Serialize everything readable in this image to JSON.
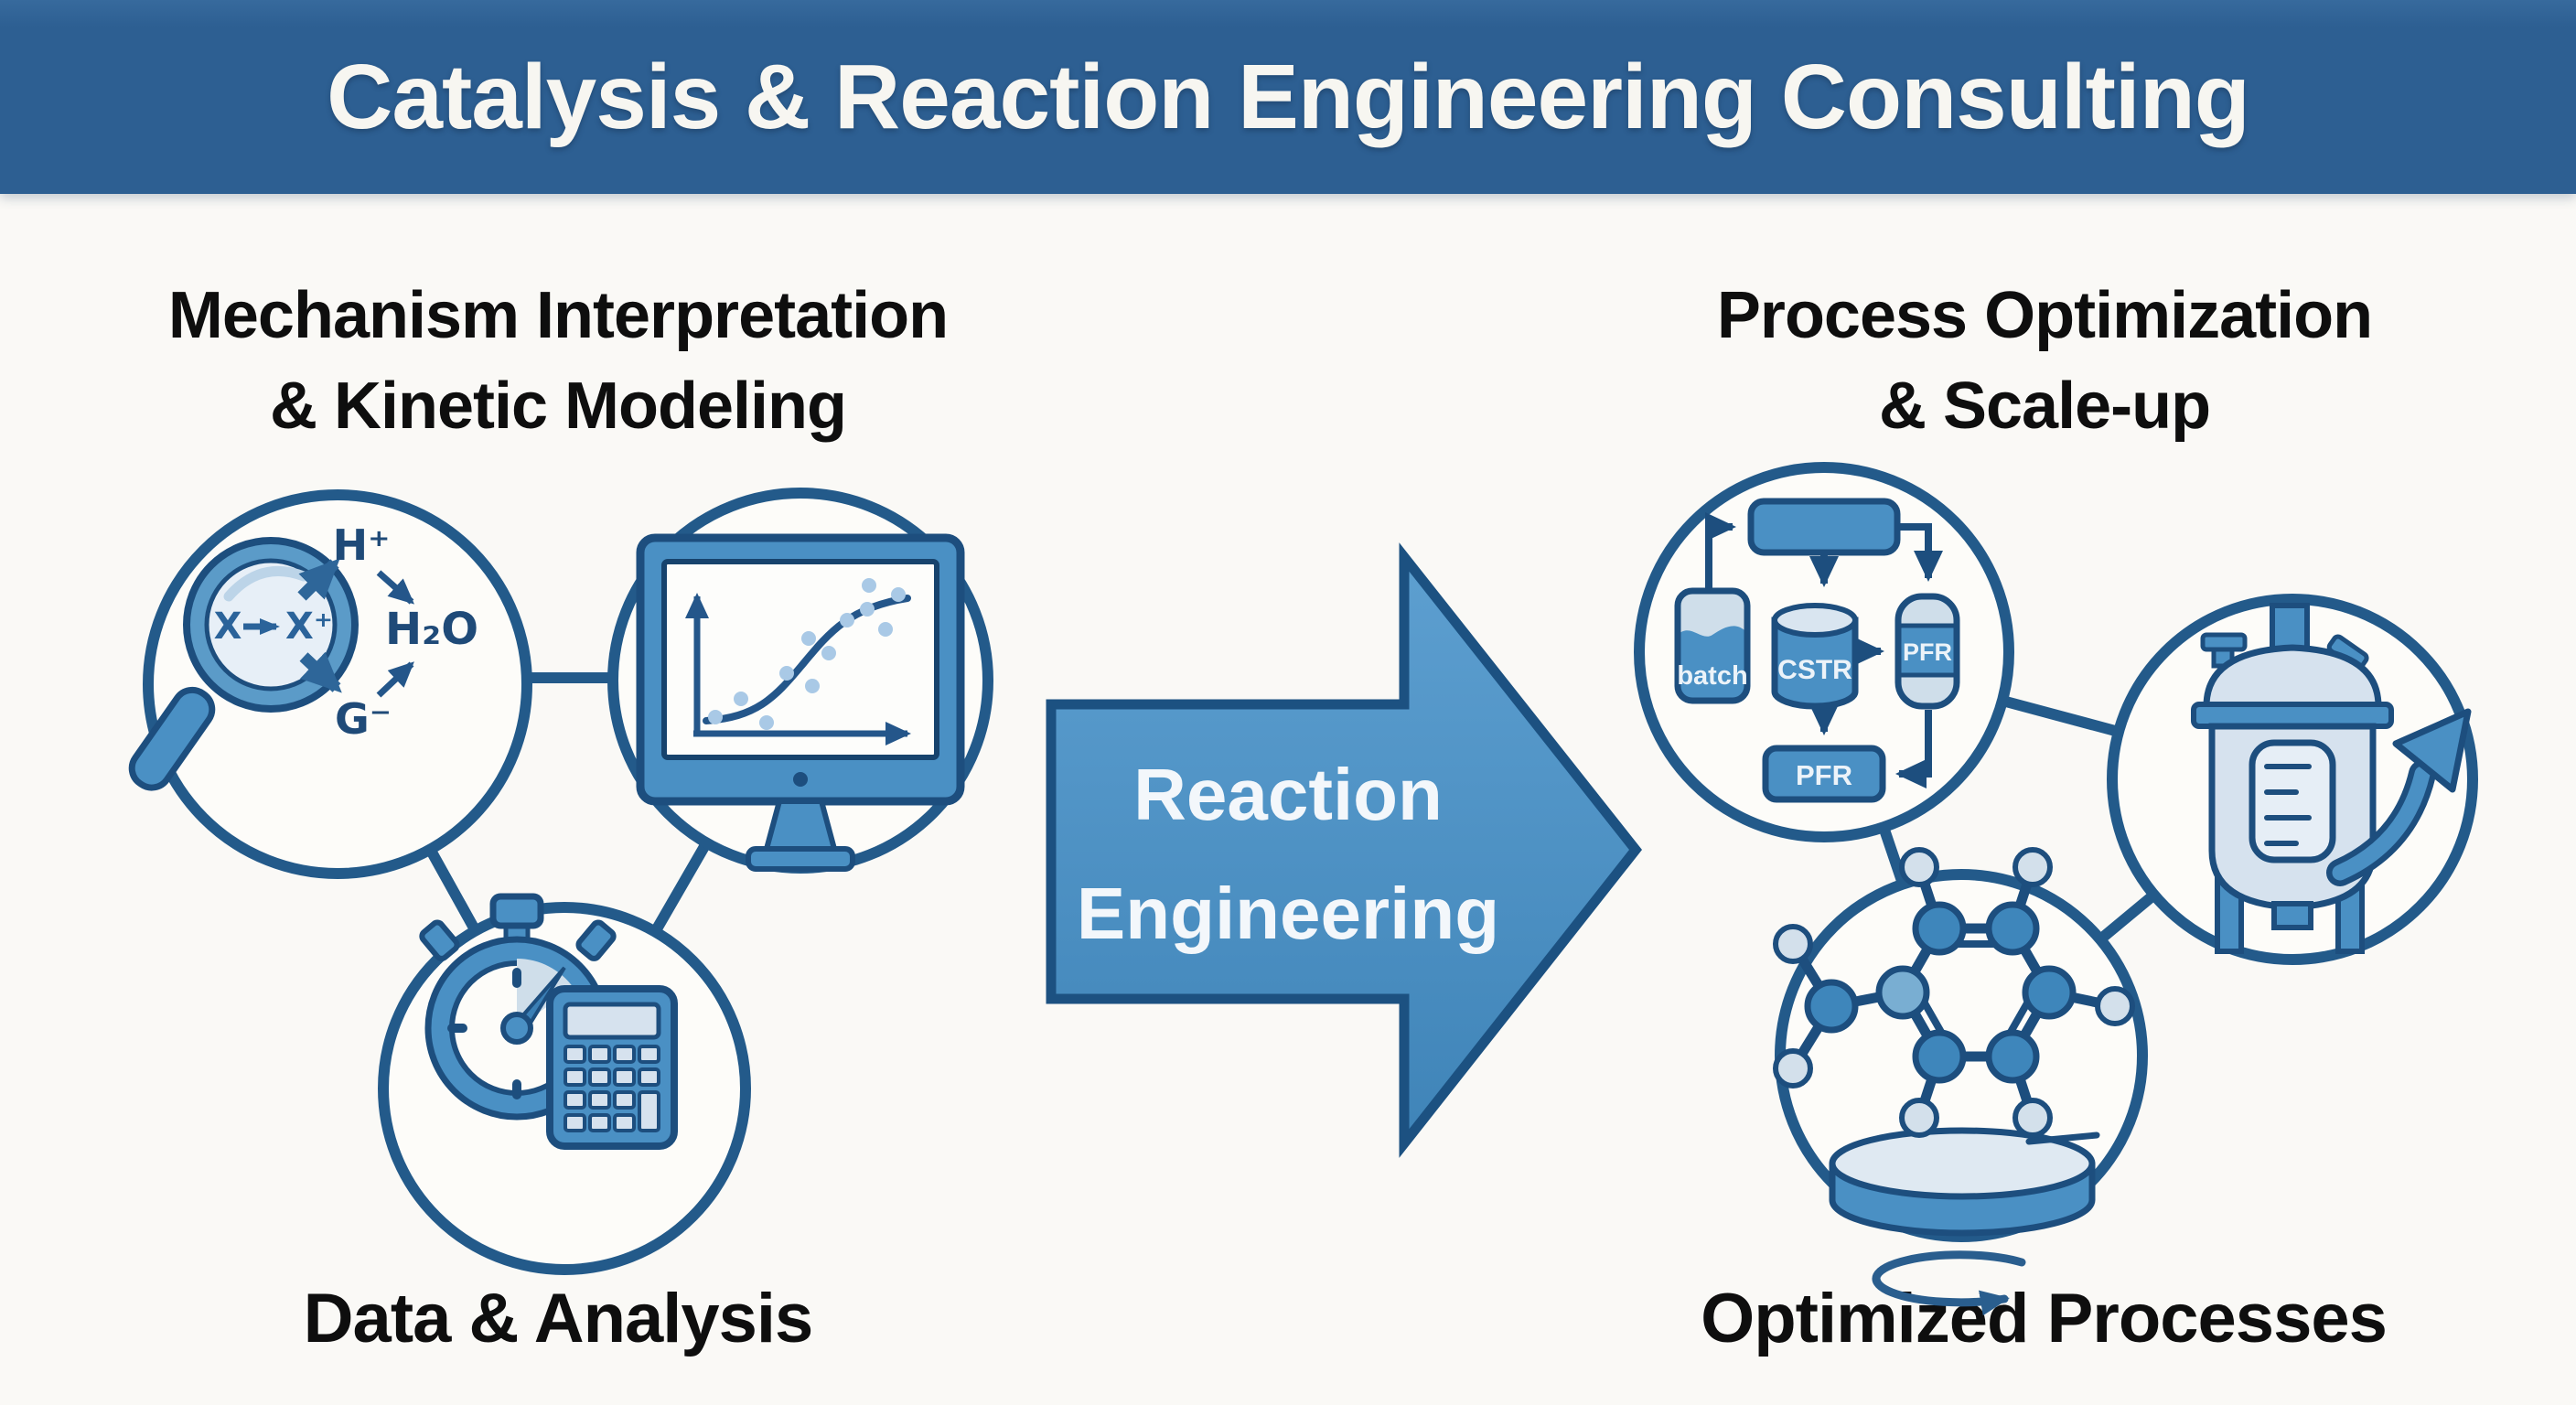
{
  "banner": {
    "title": "Catalysis & Reaction Engineering Consulting"
  },
  "left_cluster": {
    "heading_line1": "Mechanism Interpretation",
    "heading_line2": "& Kinetic Modeling",
    "caption": "Data & Analysis",
    "mechanism": {
      "species_from": "X",
      "species_to": "X⁺",
      "product_top": "H⁺",
      "product_mid": "H₂O",
      "product_bottom": "G⁻"
    }
  },
  "center_arrow": {
    "line1": "Reaction",
    "line2": "Engineering"
  },
  "right_cluster": {
    "heading_line1": "Process Optimization",
    "heading_line2": "& Scale-up",
    "caption": "Optimized Processes",
    "flowchart": {
      "batch_label": "batch",
      "cstr_label": "CSTR",
      "pfr_side_label": "PFR",
      "pfr_bottom_label": "PFR"
    }
  },
  "icons": {
    "left": [
      "magnifier-icon",
      "monitor-chart-icon",
      "stopwatch-icon",
      "calculator-icon"
    ],
    "right": [
      "flowchart-icon",
      "scaleup-reactor-icon",
      "growth-arrow-icon",
      "molecule-icon",
      "catalyst-disc-icon",
      "rotation-arrow-icon"
    ]
  },
  "colors": {
    "banner_bg": "#2d5f92",
    "banner_text": "#f7f6f1",
    "heading_text": "#0e0e0e",
    "circle_stroke": "#235a8a",
    "outline_navy": "#1d4e7e",
    "mid_blue": "#4a90c4",
    "light_blue": "#d6e2ee",
    "pale_dot": "#a9c9e6",
    "arrow_fill": "#4b92c6",
    "arrow_text": "#f3f7fb",
    "background": "#faf9f6"
  }
}
